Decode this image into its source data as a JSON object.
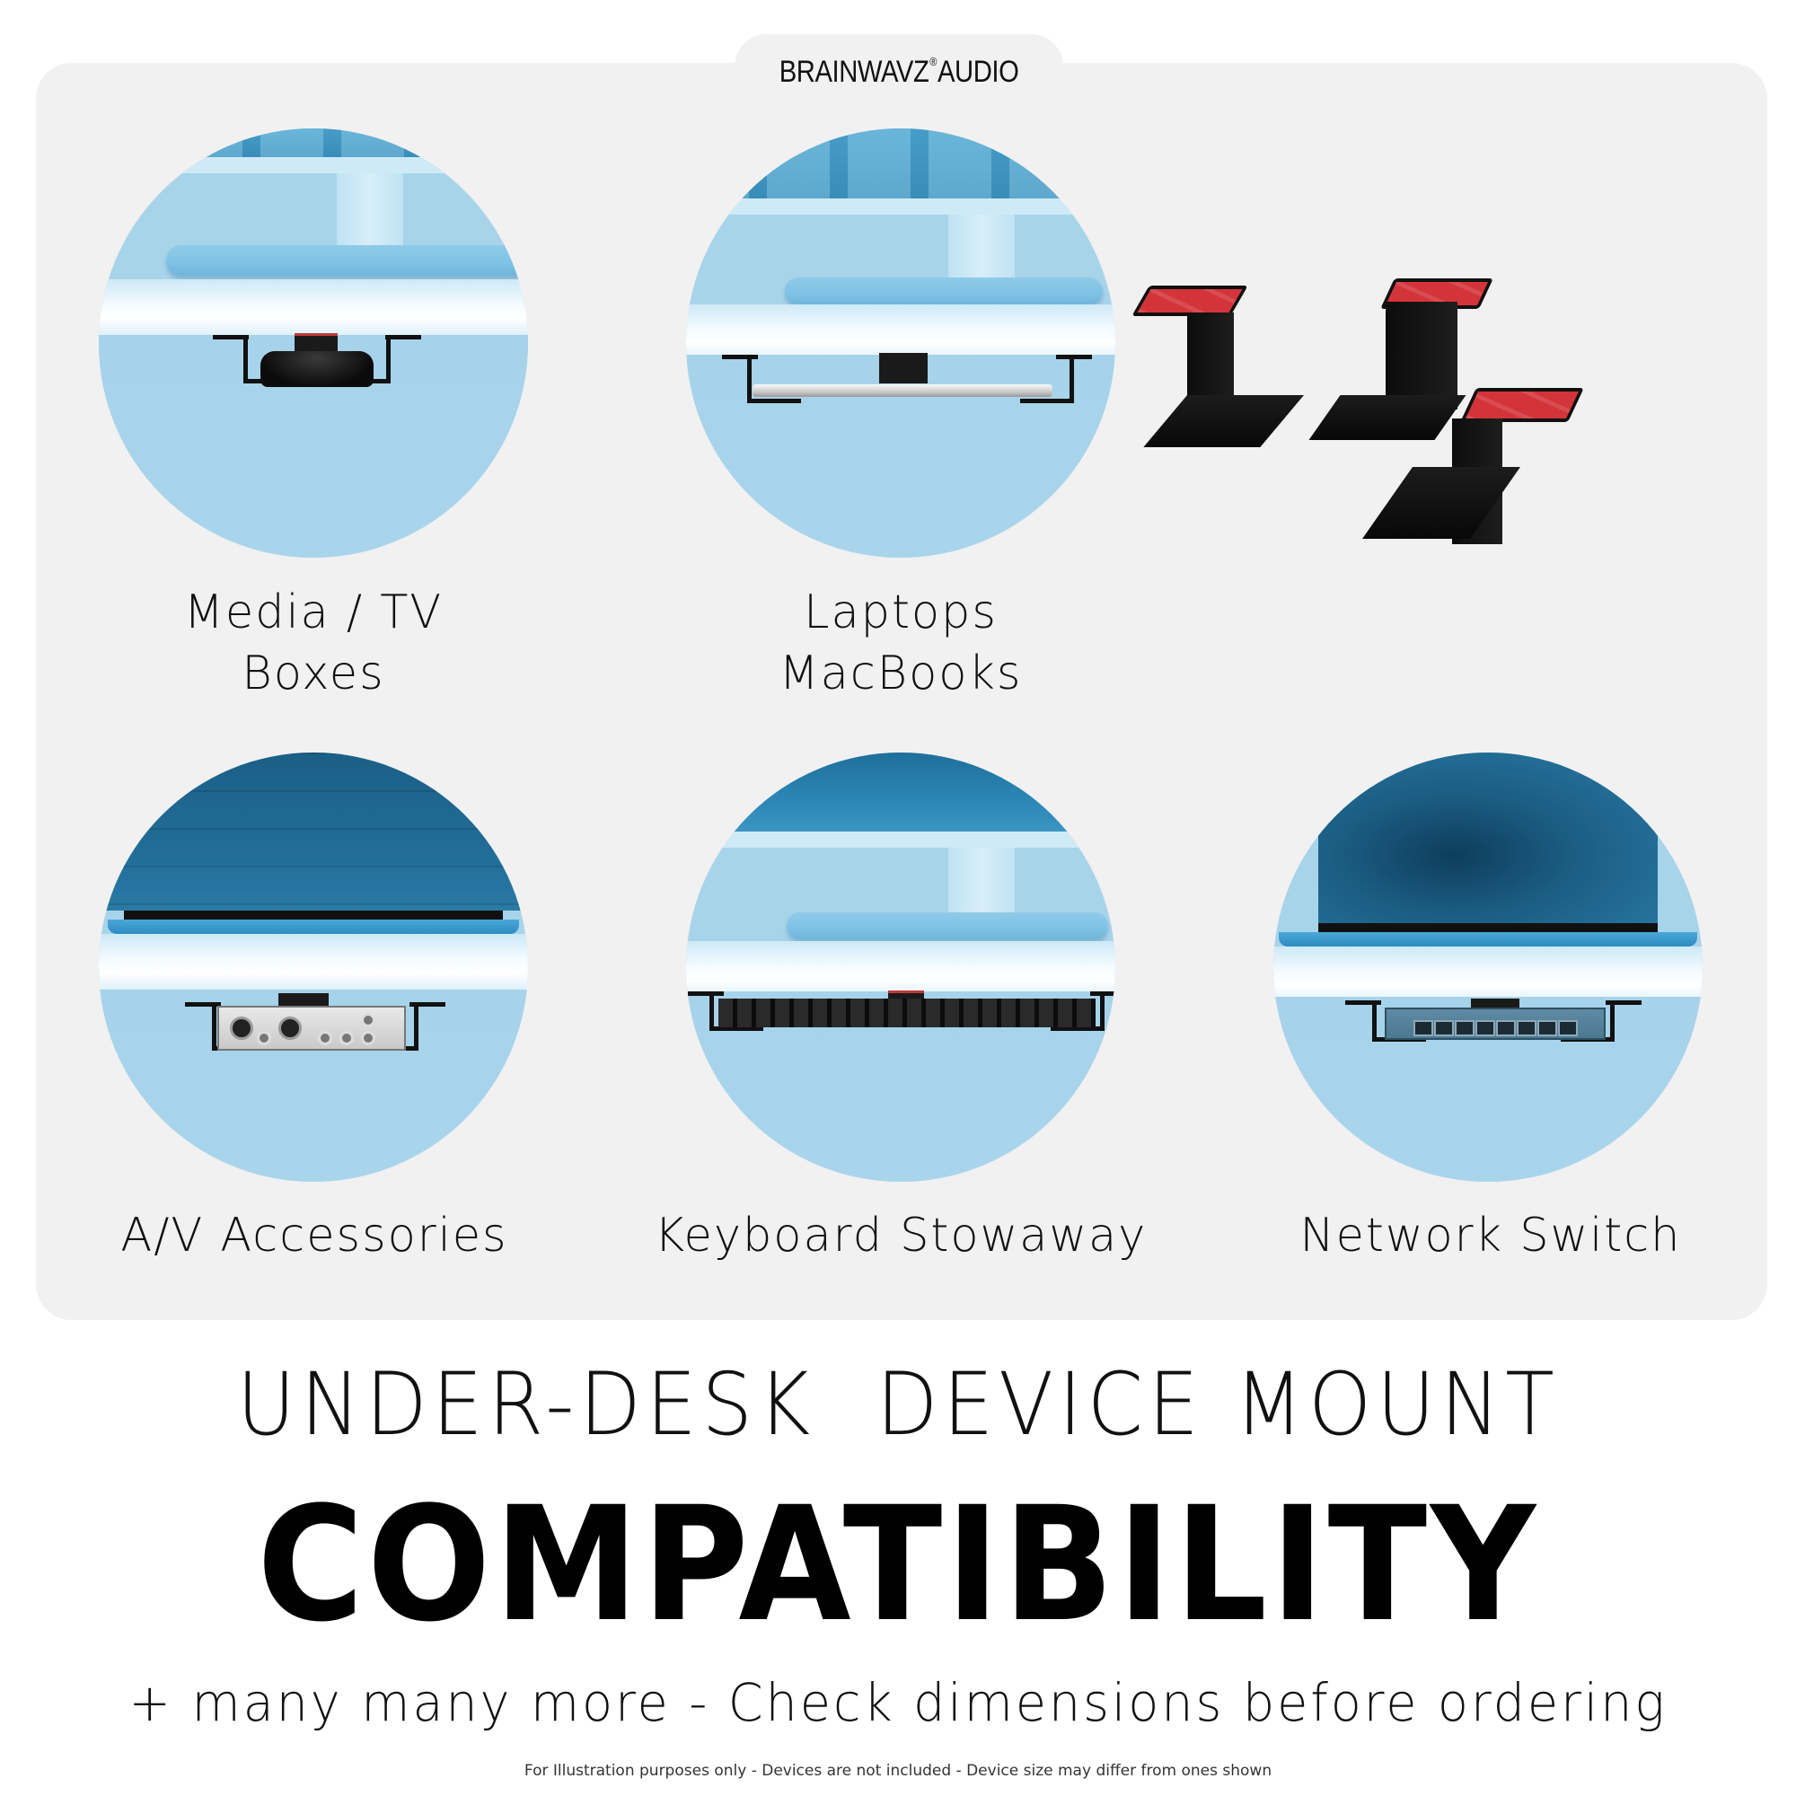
{
  "brand": {
    "name_part1": "BRAINWAVZ",
    "registered_mark": "®",
    "name_part2": "AUDIO"
  },
  "colors": {
    "card_background": "#f1f1f1",
    "circle_blue": "#a8d4ea",
    "adhesive_red": "#d3343a",
    "bracket_black": "#111111",
    "text": "#111111"
  },
  "use_cases": [
    {
      "line1": "Media / TV",
      "line2": "Boxes",
      "device": "media streaming box"
    },
    {
      "line1": "Laptops",
      "line2": "MacBooks",
      "device": "closed laptop"
    },
    {
      "line1": "A/V Accessories",
      "line2": "",
      "device": "audio interface"
    },
    {
      "line1": "Keyboard Stowaway",
      "line2": "",
      "device": "mechanical keyboard"
    },
    {
      "line1": "Network Switch",
      "line2": "",
      "device": "8-port network switch"
    }
  ],
  "product_image": {
    "description": "three black Z-shaped under-desk brackets with red adhesive pads",
    "count": 3
  },
  "headline": "UNDER-DESK  DEVICE MOUNT",
  "title": "COMPATIBILITY",
  "subtitle": "+ many many more - Check dimensions before ordering",
  "disclaimer": "For Illustration purposes only - Devices are not included - Device size may differ from ones shown"
}
